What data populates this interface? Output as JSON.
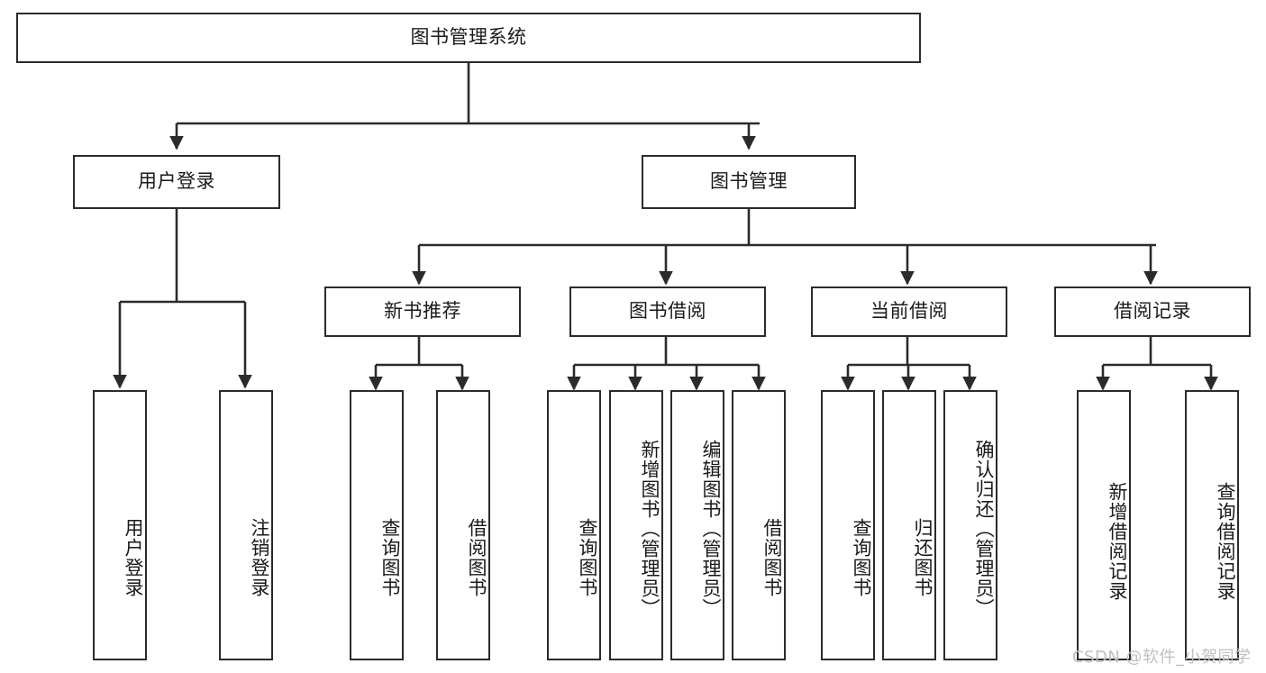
{
  "diagram": {
    "type": "tree-hierarchy-chart",
    "title": "图书管理系统",
    "stroke_color": "#2b2b2b",
    "text_color": "#1a1a1a",
    "background_color": "#ffffff",
    "levels": [
      {
        "level": 1,
        "nodes": [
          {
            "id": "root",
            "label": "图书管理系统",
            "orientation": "horizontal"
          }
        ]
      },
      {
        "level": 2,
        "nodes": [
          {
            "id": "login",
            "label": "用户登录",
            "orientation": "horizontal",
            "parent": "root"
          },
          {
            "id": "bookmgmt",
            "label": "图书管理",
            "orientation": "horizontal",
            "parent": "root"
          }
        ]
      },
      {
        "level": 3,
        "nodes": [
          {
            "id": "newbook",
            "label": "新书推荐",
            "orientation": "horizontal",
            "parent": "bookmgmt"
          },
          {
            "id": "borrow",
            "label": "图书借阅",
            "orientation": "horizontal",
            "parent": "bookmgmt"
          },
          {
            "id": "current",
            "label": "当前借阅",
            "orientation": "horizontal",
            "parent": "bookmgmt"
          },
          {
            "id": "records",
            "label": "借阅记录",
            "orientation": "horizontal",
            "parent": "bookmgmt"
          }
        ]
      },
      {
        "level": 4,
        "nodes": [
          {
            "id": "leaf1",
            "label": "用户登录",
            "orientation": "vertical",
            "parent": "login"
          },
          {
            "id": "leaf2",
            "label": "注销登录",
            "orientation": "vertical",
            "parent": "login"
          },
          {
            "id": "leaf3",
            "label": "查询图书",
            "orientation": "vertical",
            "parent": "newbook"
          },
          {
            "id": "leaf4",
            "label": "借阅图书",
            "orientation": "vertical",
            "parent": "newbook"
          },
          {
            "id": "leaf5",
            "label": "查询图书",
            "orientation": "vertical",
            "parent": "borrow"
          },
          {
            "id": "leaf6",
            "label": "新增图书（管理员）",
            "orientation": "vertical",
            "parent": "borrow"
          },
          {
            "id": "leaf7",
            "label": "编辑图书（管理员）",
            "orientation": "vertical",
            "parent": "borrow"
          },
          {
            "id": "leaf8",
            "label": "借阅图书",
            "orientation": "vertical",
            "parent": "borrow"
          },
          {
            "id": "leaf9",
            "label": "查询图书",
            "orientation": "vertical",
            "parent": "current"
          },
          {
            "id": "leaf10",
            "label": "归还图书",
            "orientation": "vertical",
            "parent": "current"
          },
          {
            "id": "leaf11",
            "label": "确认归还（管理员）",
            "orientation": "vertical",
            "parent": "current"
          },
          {
            "id": "leaf12",
            "label": "新增借阅记录",
            "orientation": "vertical",
            "parent": "records"
          },
          {
            "id": "leaf13",
            "label": "查询借阅记录",
            "orientation": "vertical",
            "parent": "records"
          }
        ]
      }
    ]
  },
  "watermark": {
    "text": "CSDN @软件_小贺同学"
  }
}
